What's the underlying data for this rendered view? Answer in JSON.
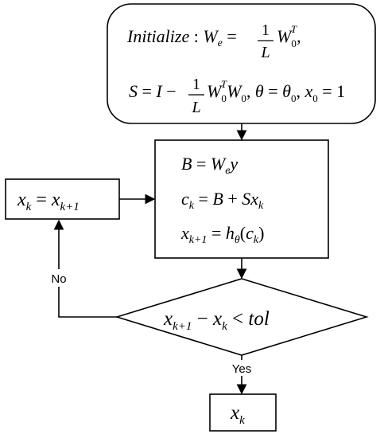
{
  "init_box": {
    "line1": {
      "prefix": "Initialize",
      "colon": " : ",
      "W": "W",
      "e_sub": "e",
      "eq": " = ",
      "frac_num": "1",
      "frac_den": "L",
      "W0": "W",
      "zero_sub": "0",
      "T_sup": "T",
      "comma": ","
    },
    "line2": {
      "S": "S",
      "eq1": " = ",
      "I": "I",
      "minus": " − ",
      "frac_num": "1",
      "frac_den": "L",
      "W0a": "W",
      "sub_a": "0",
      "T_sup": "T",
      "W0b": "W",
      "sub_b": "0",
      "comma1": ", ",
      "theta": "θ",
      "eq2": " = ",
      "theta0": "θ",
      "theta0_sub": "0",
      "comma2": ", ",
      "x0": "x",
      "x0_sub": "0",
      "eq3": " = ",
      "one": "1"
    }
  },
  "compute_box": {
    "line1": {
      "B": "B",
      "eq": " = ",
      "W": "W",
      "e_sub": "e",
      "y": "y"
    },
    "line2": {
      "c": "c",
      "k_sub": "k",
      "eq": " = ",
      "B": "B",
      "plus": " + ",
      "S": "S",
      "x": "x",
      "xk_sub": "k"
    },
    "line3": {
      "x": "x",
      "sub": "k+1",
      "eq": " = ",
      "h": "h",
      "h_sub": "θ",
      "lp": "(",
      "c": "c",
      "c_sub": "k",
      "rp": ")"
    }
  },
  "update_box": {
    "x": "x",
    "k_sub": "k",
    "eq": " = ",
    "x2": "x",
    "sub": "k+1"
  },
  "decision": {
    "x": "x",
    "sub": "k+1",
    "minus": " − ",
    "x2": "x",
    "k_sub": "k",
    "lt": " < ",
    "tol": "tol"
  },
  "output_box": {
    "x": "x",
    "k_sub": "k"
  },
  "edge_labels": {
    "no": "No",
    "yes": "Yes"
  }
}
